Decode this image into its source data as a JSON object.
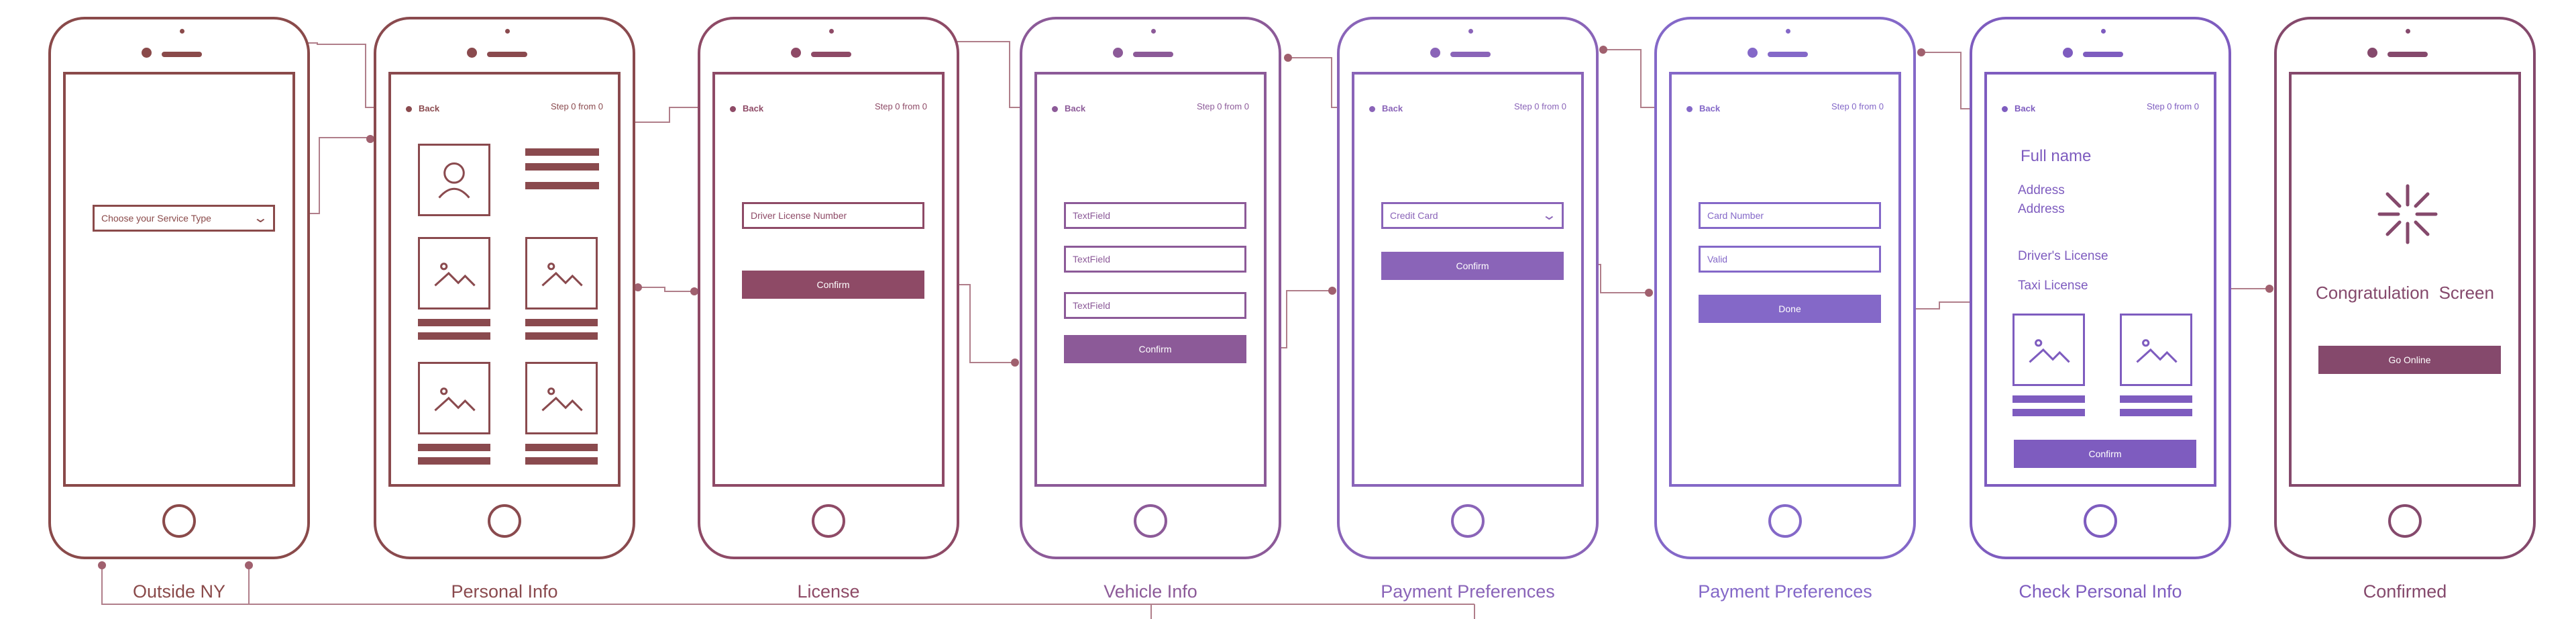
{
  "colors": {
    "p1": "#8a4a4a",
    "p2": "#8a4a4e",
    "p3": "#8e4a66",
    "p4": "#8c5a98",
    "p5": "#8a64b8",
    "p6": "#8468c8",
    "p7": "#7e5cbf",
    "p8": "#85496c",
    "wire": "#b07e8a"
  },
  "screens": [
    {
      "title": "Outside NY",
      "dropdown": "Choose your Service Type",
      "chevron_icon": "chevron-down-icon"
    },
    {
      "title": "Personal Info",
      "back": "Back",
      "step": "Step 0 from 0",
      "icons": [
        "user-icon",
        "image-icon"
      ]
    },
    {
      "title": "License",
      "back": "Back",
      "step": "Step 0 from 0",
      "field": "Driver License Number",
      "button": "Confirm"
    },
    {
      "title": "Vehicle Info",
      "back": "Back",
      "step": "Step 0 from 0",
      "fields": [
        "TextField",
        "TextField",
        "TextField"
      ],
      "button": "Confirm"
    },
    {
      "title": "Payment Preferences",
      "back": "Back",
      "step": "Step 0 from 0",
      "dropdown": "Credit Card",
      "button": "Confirm"
    },
    {
      "title": "Payment Preferences",
      "back": "Back",
      "step": "Step 0 from 0",
      "fields": [
        "Card Number",
        "Valid"
      ],
      "button": "Done"
    },
    {
      "title": "Check Personal Info",
      "back": "Back",
      "step": "Step 0 from 0",
      "full_name": "Full name",
      "address_1": "Address",
      "address_2": "Address",
      "drivers_license": "Driver's License",
      "taxi_license": "Taxi License",
      "button": "Confirm"
    },
    {
      "title": "Confirmed",
      "heading": "Congratulation  Screen",
      "button": "Go Online",
      "icon": "celebration-burst-icon"
    }
  ]
}
